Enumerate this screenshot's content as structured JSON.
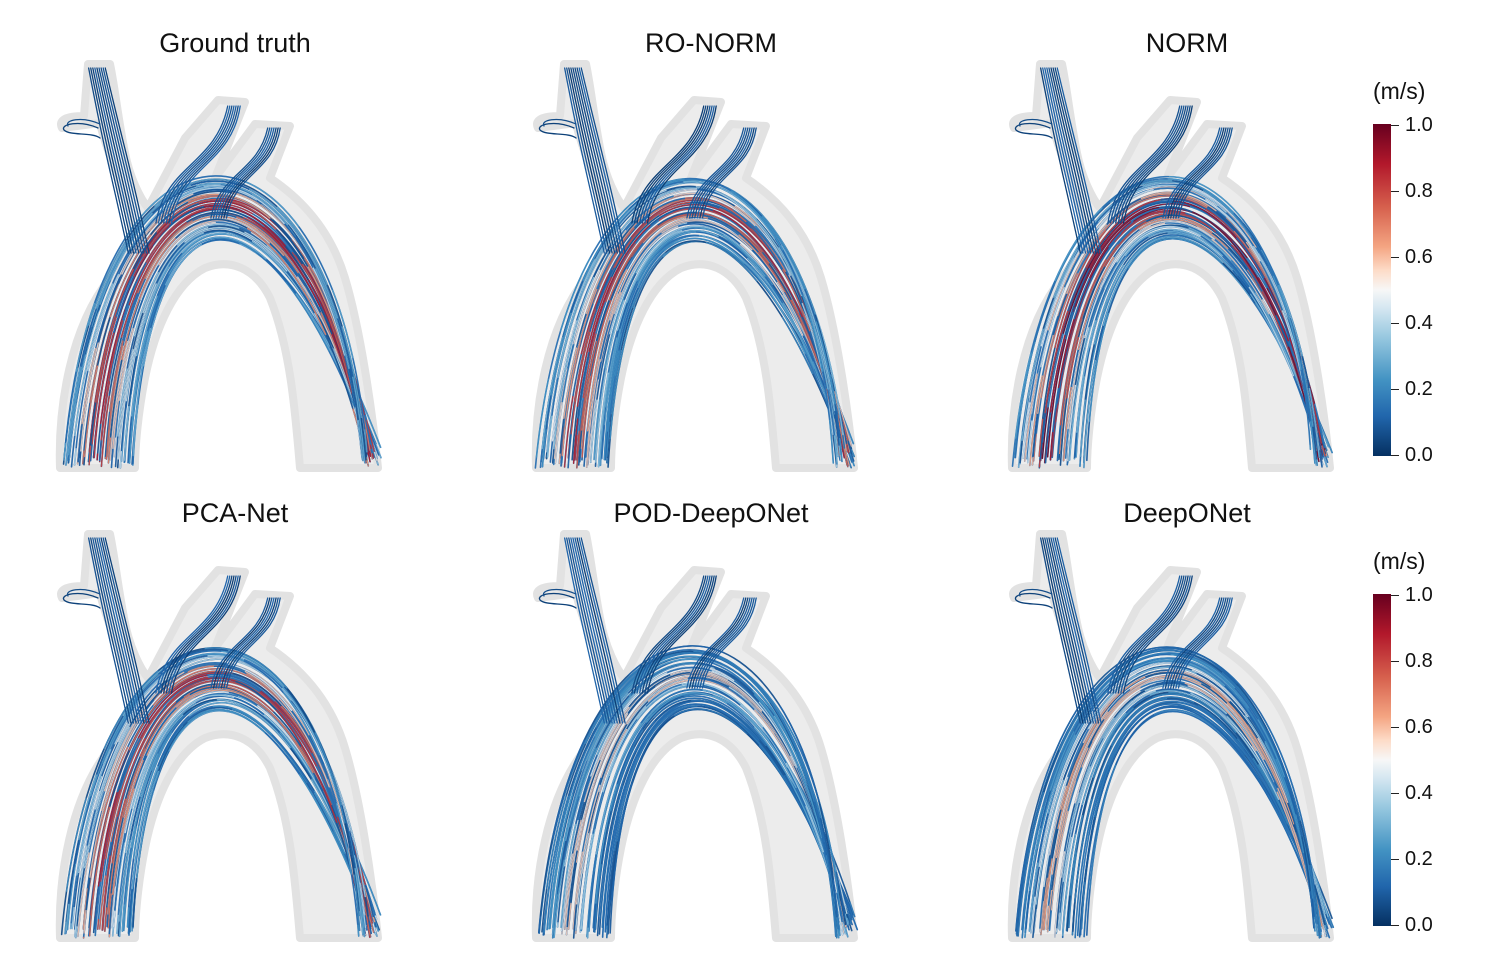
{
  "panels": [
    {
      "title": "Ground truth",
      "warm": 1.0
    },
    {
      "title": "RO-NORM",
      "warm": 0.95
    },
    {
      "title": "NORM",
      "warm": 1.05
    },
    {
      "title": "PCA-Net",
      "warm": 0.95
    },
    {
      "title": "POD-DeepONet",
      "warm": 0.6
    },
    {
      "title": "DeepONet",
      "warm": 0.65
    }
  ],
  "colorbar": {
    "unit": "(m/s)",
    "ticks": [
      "1.0",
      "0.8",
      "0.6",
      "0.4",
      "0.2",
      "0.0"
    ],
    "colormap": "RdBu_r"
  }
}
